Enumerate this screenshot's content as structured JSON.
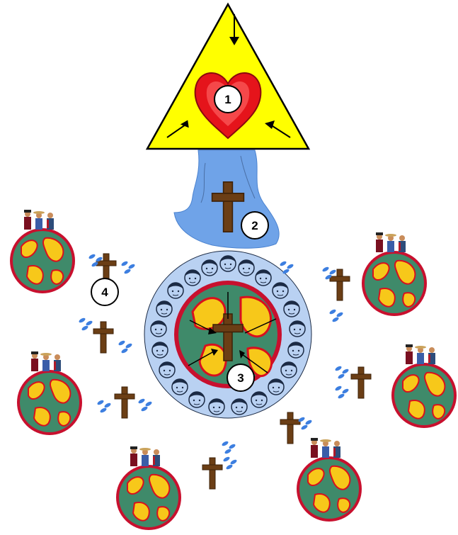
{
  "labels": {
    "one": "1",
    "two": "2",
    "three": "3",
    "four": "4"
  },
  "colors": {
    "triangle_fill": "#ffff00",
    "heart": "#e5141b",
    "cross": "#6b3e15",
    "water": "#6fa3e8",
    "globe_ocean": "#3f8a6a",
    "globe_land": "#f7c81a",
    "globe_rim": "#c8102e",
    "people": "#8fb4e6"
  },
  "icons": {
    "center": "heart-icon",
    "crosses": "cross-icon",
    "worlds": "globe-with-people-icon",
    "hub": "ring-of-people-icon"
  }
}
